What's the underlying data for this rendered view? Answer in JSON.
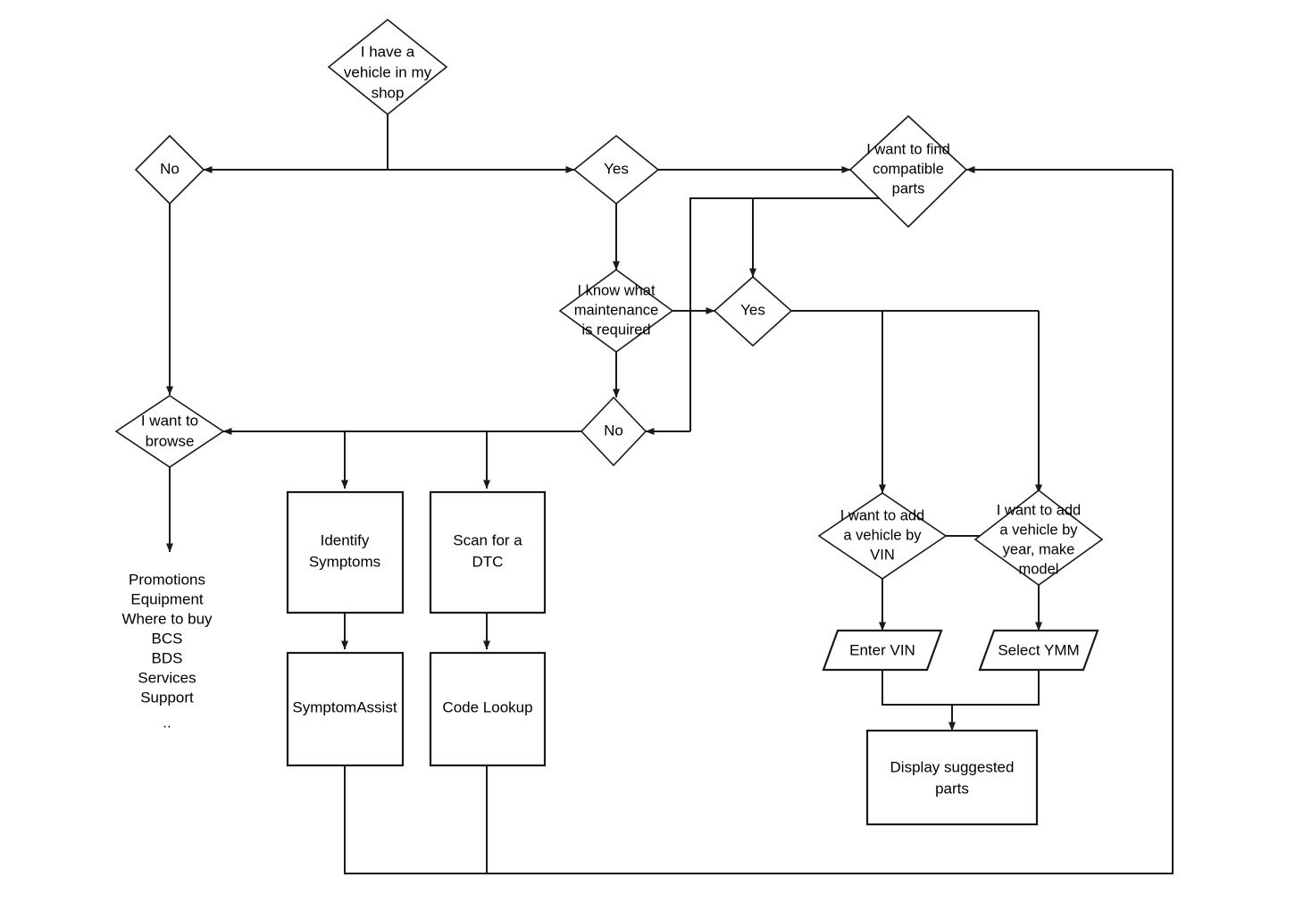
{
  "diagram": {
    "type": "flowchart",
    "background": "#ffffff",
    "stroke_color": "#1a1a1a",
    "nodes": {
      "start": {
        "label_lines": [
          "I have a",
          "vehicle in my",
          "shop"
        ],
        "shape": "diamond"
      },
      "no_top": {
        "label_lines": [
          "No"
        ],
        "shape": "diamond"
      },
      "yes_top": {
        "label_lines": [
          "Yes"
        ],
        "shape": "diamond"
      },
      "find_parts": {
        "label_lines": [
          "I want to find",
          "compatible",
          "parts"
        ],
        "shape": "diamond"
      },
      "know_maint": {
        "label_lines": [
          "I know what",
          "maintenance",
          "is required"
        ],
        "shape": "diamond"
      },
      "yes_mid": {
        "label_lines": [
          "Yes"
        ],
        "shape": "diamond"
      },
      "no_mid": {
        "label_lines": [
          "No"
        ],
        "shape": "diamond"
      },
      "browse": {
        "label_lines": [
          "I want to",
          "browse"
        ],
        "shape": "diamond"
      },
      "identify_symptoms": {
        "label_lines": [
          "Identify",
          "Symptoms"
        ],
        "shape": "rect"
      },
      "scan_dtc": {
        "label_lines": [
          "Scan for a",
          "DTC"
        ],
        "shape": "rect"
      },
      "symptom_assist": {
        "label_lines": [
          "SymptomAssist"
        ],
        "shape": "rect"
      },
      "code_lookup": {
        "label_lines": [
          "Code Lookup"
        ],
        "shape": "rect"
      },
      "add_vin": {
        "label_lines": [
          "I want to add",
          "a vehicle by",
          "VIN"
        ],
        "shape": "diamond"
      },
      "add_ymm": {
        "label_lines": [
          "I want to add",
          "a vehicle by",
          "year, make",
          "model"
        ],
        "shape": "diamond"
      },
      "enter_vin": {
        "label_lines": [
          "Enter VIN"
        ],
        "shape": "parallelogram"
      },
      "select_ymm": {
        "label_lines": [
          "Select YMM"
        ],
        "shape": "parallelogram"
      },
      "display_parts": {
        "label_lines": [
          "Display suggested",
          "parts"
        ],
        "shape": "rect"
      }
    },
    "browse_list": {
      "items": [
        "Promotions",
        "Equipment",
        "Where to buy",
        "BCS",
        "BDS",
        "Services",
        "Support",
        ".."
      ]
    }
  }
}
